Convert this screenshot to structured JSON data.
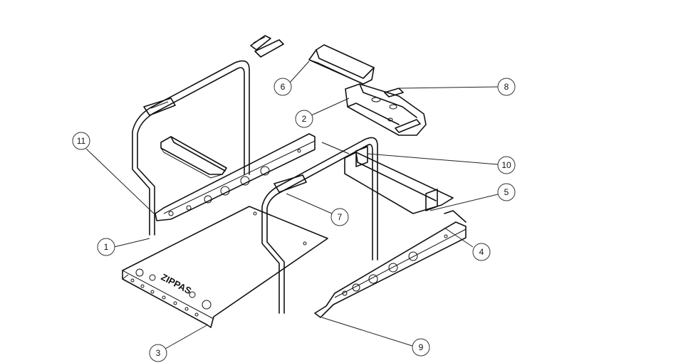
{
  "drawing": {
    "logo_text": "ZIPPAS",
    "callouts": [
      "1",
      "2",
      "3",
      "4",
      "5",
      "6",
      "7",
      "8",
      "9",
      "10",
      "11"
    ]
  }
}
